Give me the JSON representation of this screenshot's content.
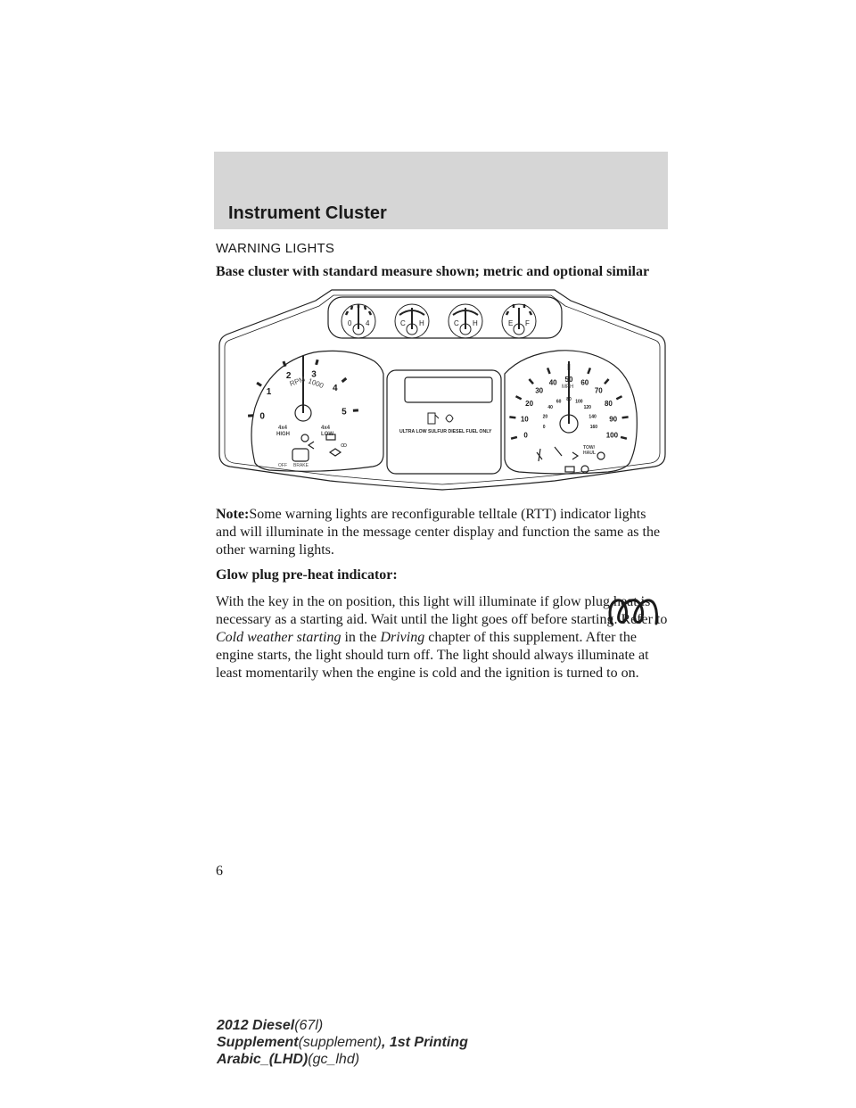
{
  "header": {
    "title": "Instrument Cluster"
  },
  "section": {
    "heading": "WARNING LIGHTS",
    "figure_caption": "Base cluster with standard measure shown; metric and optional similar"
  },
  "figure": {
    "tach_numbers": [
      "0",
      "1",
      "2",
      "3",
      "4",
      "5"
    ],
    "tach_label_rpm": "RPM",
    "tach_label_scale": "1000",
    "four_high": [
      "4x4",
      "HIGH"
    ],
    "four_low": [
      "4x4",
      "LOW"
    ],
    "brake_label": "BRAKE",
    "off_label": "OFF",
    "speedo_mph": [
      "0",
      "10",
      "20",
      "30",
      "40",
      "50",
      "60",
      "70",
      "80",
      "90",
      "100"
    ],
    "speedo_kmh": [
      "0",
      "20",
      "40",
      "60",
      "80",
      "100",
      "120",
      "140",
      "160"
    ],
    "speedo_mph_label": "MPH",
    "tow_haul": [
      "TOW/",
      "HAUL"
    ],
    "fuel_notice": "ULTRA LOW SULFUR DIESEL FUEL ONLY",
    "gauge_labels": {
      "g1_left": "0",
      "g1_right": "4",
      "g2_left": "C",
      "g2_right": "H",
      "g3_left": "C",
      "g3_right": "H",
      "g4_left": "E",
      "g4_right": "F"
    }
  },
  "note": {
    "label": "Note:",
    "text": "Some warning lights are reconfigurable telltale (RTT) indicator lights and will illuminate in the message center display and function the same as the other warning lights."
  },
  "glow_plug": {
    "heading": "Glow plug pre-heat indicator:",
    "p1": "With the key in the on position, this light will illuminate if glow plug heat is necessary as a starting aid. Wait until the light goes off before starting. Refer to",
    "ref_italic": "Cold weather starting",
    "mid": "in the",
    "chapter_italic": "Driving",
    "p2": "chapter of this supplement. After the engine starts, the light should turn off. The light should always illuminate at least momentarily when the engine is cold and the ignition is turned to on."
  },
  "page_number": "6",
  "footer": {
    "line1_bold": "2012 Diesel",
    "line1_light": "(67l)",
    "line2_bold": "Supplement",
    "line2_light": "(supplement)",
    "line2_tail": ", 1st Printing",
    "line3_bold": "Arabic_(LHD)",
    "line3_light": "(gc_lhd)"
  }
}
